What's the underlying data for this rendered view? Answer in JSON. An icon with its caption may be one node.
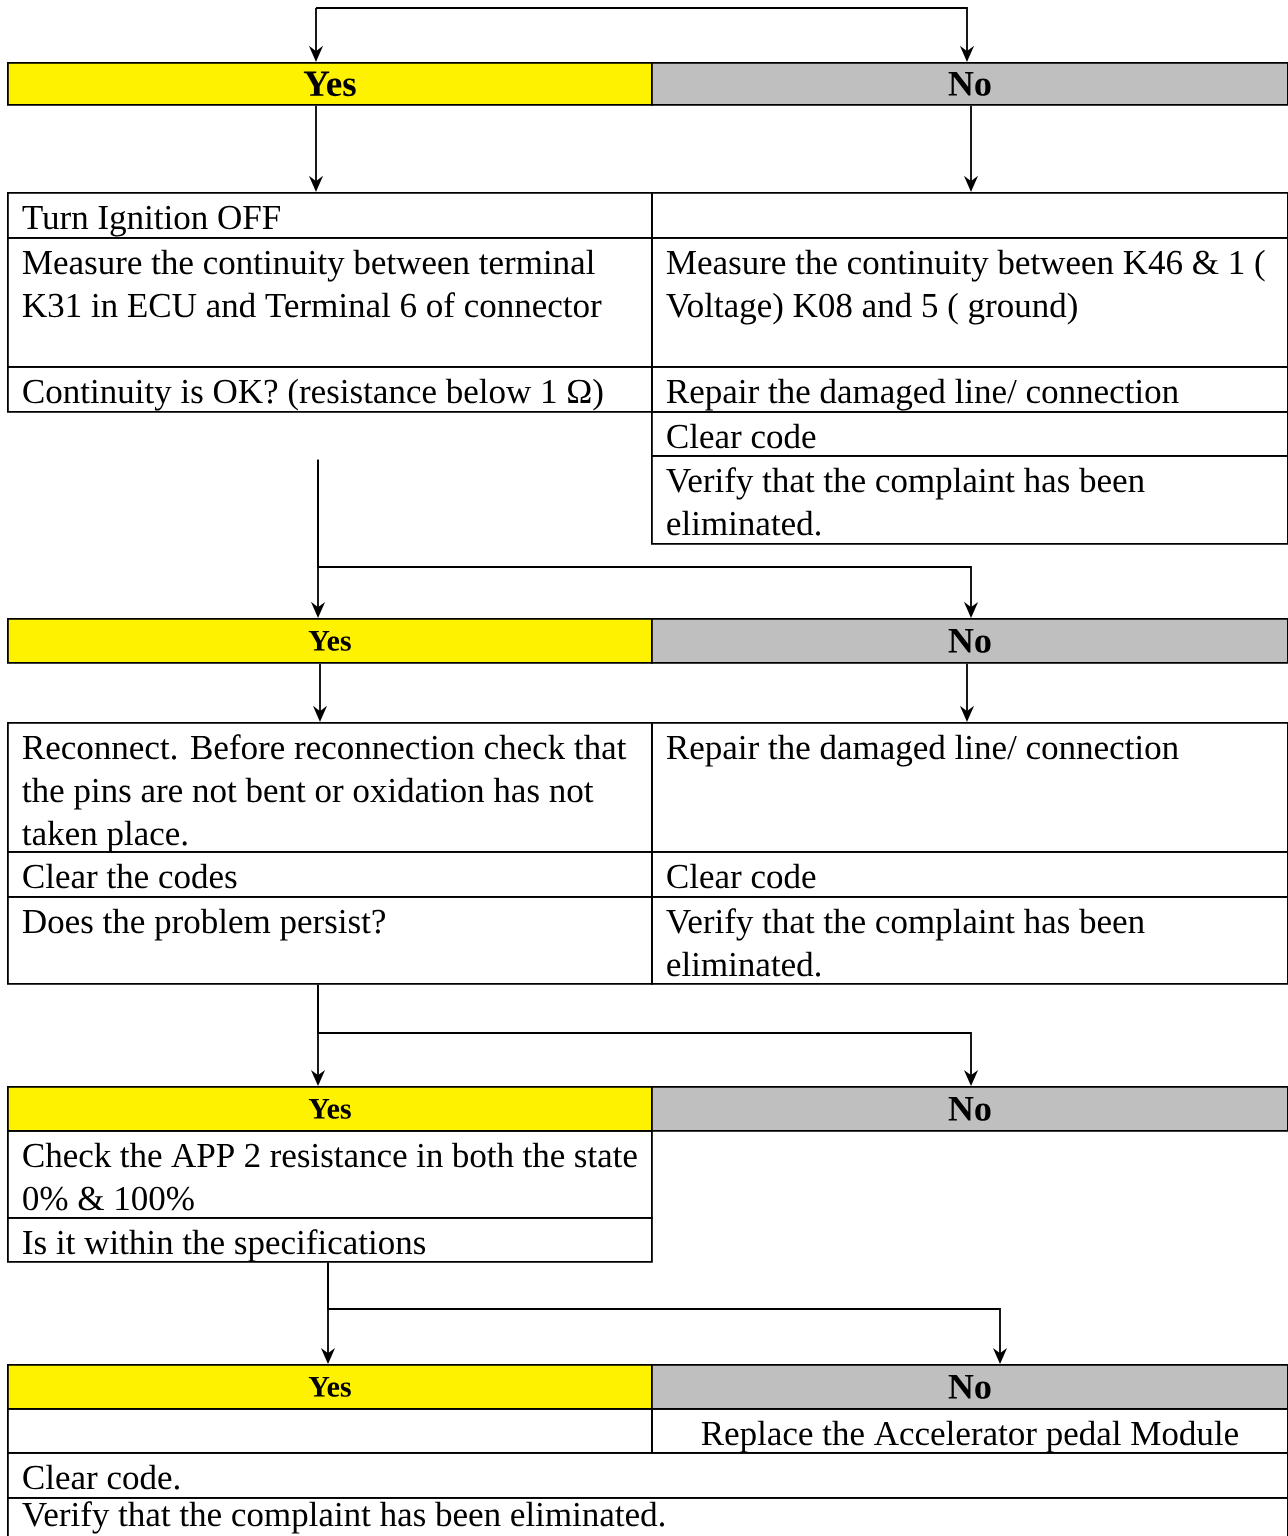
{
  "diagram": {
    "nodes": [
      {
        "text": [
          "Yes"
        ]
      },
      {
        "text": [
          "No"
        ]
      },
      {
        "text": [
          "Turn Ignition OFF"
        ]
      },
      {
        "text": [],
        "shape": "box"
      },
      {
        "text": [
          "Measure the continuity between terminal K31 in ECU and Terminal 6 of connector"
        ]
      },
      {
        "text": [
          "Measure the continuity between K46 & 1 ( Voltage) K08 and 5 ( ground)"
        ]
      },
      {
        "text": [
          "Continuity is OK? (resistance below 1 Ω)"
        ]
      },
      {
        "text": [
          "Repair the damaged line/ connection"
        ]
      },
      {
        "text": [
          "Clear code"
        ]
      },
      {
        "text": [
          "Verify that the complaint has been eliminated."
        ]
      },
      {
        "text": [
          "Yes"
        ]
      },
      {
        "text": [
          "No"
        ]
      },
      {
        "text": [
          "Reconnect. Before reconnection check that the pins are not bent or oxidation has not taken place."
        ]
      },
      {
        "text": [
          "Repair the damaged line/ connection"
        ]
      },
      {
        "text": [
          "Clear the codes"
        ]
      },
      {
        "text": [
          "Clear code"
        ]
      },
      {
        "text": [
          "Does the problem persist?"
        ]
      },
      {
        "text": [
          "Verify that the complaint has been eliminated."
        ]
      },
      {
        "text": [
          "Yes"
        ]
      },
      {
        "text": [
          "No"
        ]
      },
      {
        "text": [
          "Check the APP 2 resistance in both the state 0% & 100%"
        ]
      },
      {
        "text": [
          "Is it within the specifications"
        ]
      },
      {
        "text": [
          "Yes"
        ]
      },
      {
        "text": [
          "No"
        ]
      },
      {
        "text": [],
        "shape": "box"
      },
      {
        "text": [
          "Replace the Accelerator pedal Module"
        ]
      },
      {
        "text": [
          "Clear code."
        ]
      },
      {
        "text": [
          "Verify that the complaint has been eliminated."
        ]
      }
    ],
    "edges": [
      {
        "from": null,
        "to": 0,
        "arrow": "to"
      },
      {
        "from": null,
        "to": 1,
        "arrow": "to"
      },
      {
        "from": 0,
        "to": 2,
        "arrow": "to"
      },
      {
        "from": 1,
        "to": 3,
        "arrow": "to"
      },
      {
        "from": 6,
        "to": 10,
        "arrow": "to"
      },
      {
        "from": 6,
        "to": 11,
        "arrow": "to"
      },
      {
        "from": 10,
        "to": 12,
        "arrow": "to"
      },
      {
        "from": 11,
        "to": 13,
        "arrow": "to"
      },
      {
        "from": 16,
        "to": 18,
        "arrow": "to"
      },
      {
        "from": 16,
        "to": 19,
        "arrow": "to"
      },
      {
        "from": 21,
        "to": 22,
        "arrow": "to"
      },
      {
        "from": 21,
        "to": 23,
        "arrow": "to"
      }
    ]
  }
}
